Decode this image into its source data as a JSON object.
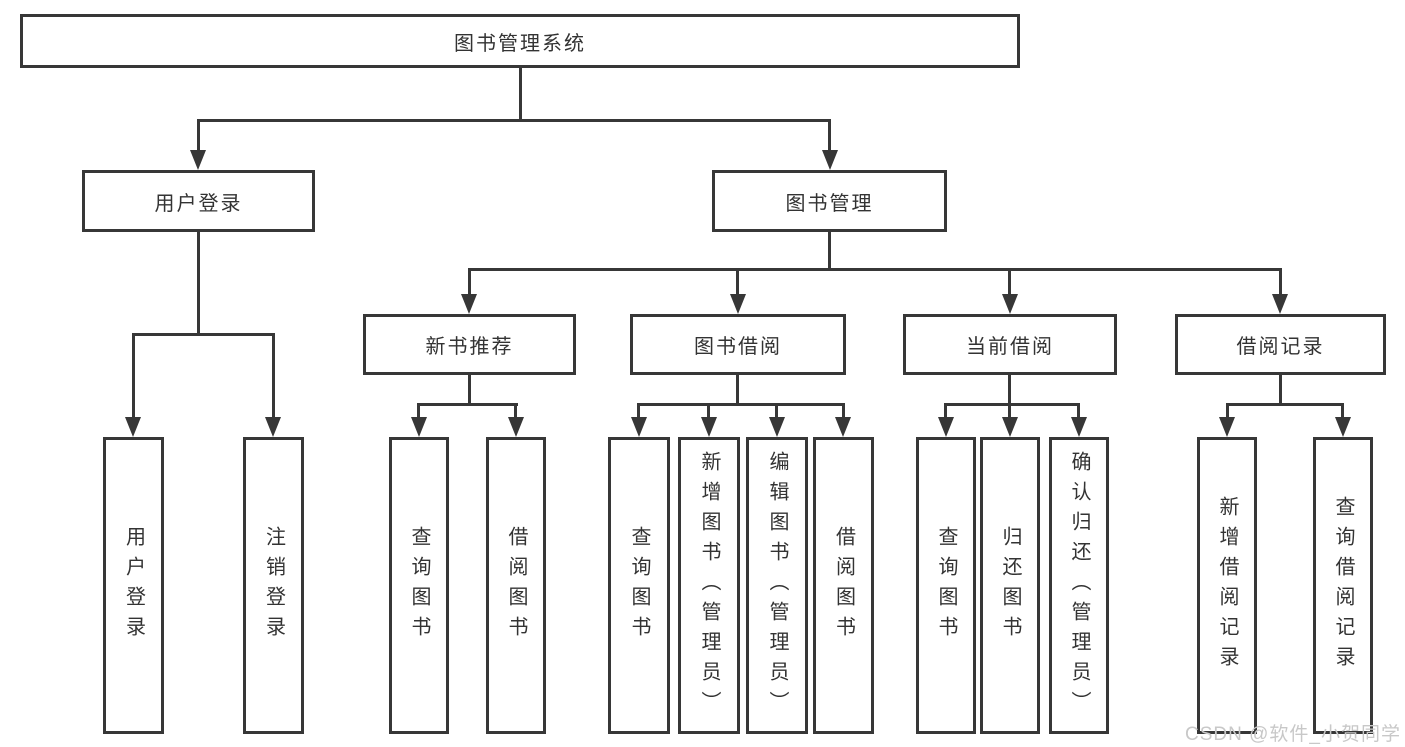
{
  "tree": {
    "label": "图书管理系统",
    "children": [
      {
        "label": "用户登录",
        "children": [
          {
            "label": "用户登录"
          },
          {
            "label": "注销登录"
          }
        ]
      },
      {
        "label": "图书管理",
        "children": [
          {
            "label": "新书推荐",
            "children": [
              {
                "label": "查询图书"
              },
              {
                "label": "借阅图书"
              }
            ]
          },
          {
            "label": "图书借阅",
            "children": [
              {
                "label": "查询图书"
              },
              {
                "label": "新增图书（管理员）"
              },
              {
                "label": "编辑图书（管理员）"
              },
              {
                "label": "借阅图书"
              }
            ]
          },
          {
            "label": "当前借阅",
            "children": [
              {
                "label": "查询图书"
              },
              {
                "label": "归还图书"
              },
              {
                "label": "确认归还（管理员）"
              }
            ]
          },
          {
            "label": "借阅记录",
            "children": [
              {
                "label": "新增借阅记录"
              },
              {
                "label": "查询借阅记录"
              }
            ]
          }
        ]
      }
    ]
  },
  "watermark": {
    "text": "CSDN @软件_小贺同学"
  },
  "colors": {
    "line": "#373737",
    "text": "#333333",
    "watermark": "#c8c8c8",
    "background": "#ffffff"
  }
}
